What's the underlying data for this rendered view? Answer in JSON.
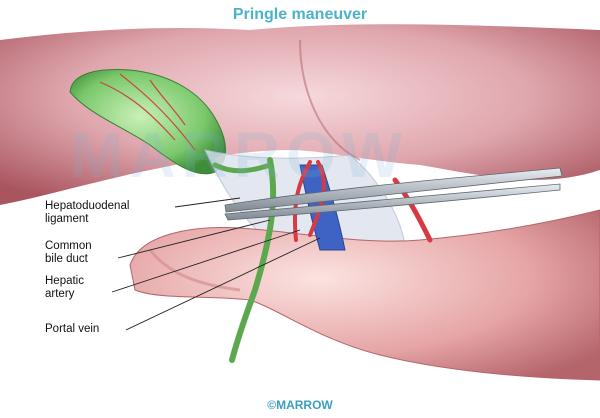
{
  "title": "Pringle maneuver",
  "labels": {
    "hepatoduodenal": "Hepatoduodenal\nligament",
    "common_bile_duct": "Common\nbile duct",
    "hepatic_artery": "Hepatic\nartery",
    "portal_vein": "Portal vein"
  },
  "watermark": "MARROW",
  "credit": "©MARROW",
  "colors": {
    "title": "#4bb3c9",
    "liver": "#c97f86",
    "gallbladder": "#7ac86b",
    "bile_duct": "#5da84f",
    "artery": "#d63a45",
    "vein": "#3f63c4",
    "ligament": "#d9dde8",
    "clamp": "#9aa3ad"
  }
}
